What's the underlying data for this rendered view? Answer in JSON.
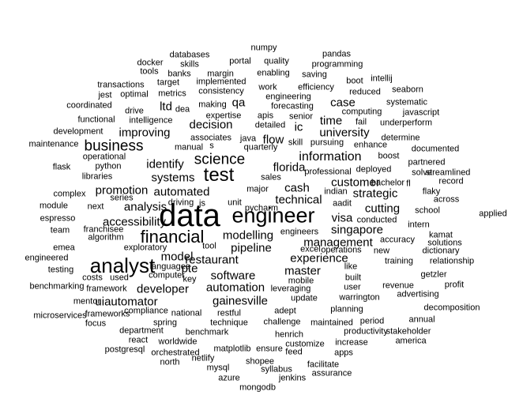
{
  "text_color": "#000000",
  "background_color": "#ffffff",
  "words": [
    {
      "text": "data"
    },
    {
      "text": "engineer"
    },
    {
      "text": "analyst"
    },
    {
      "text": "financial"
    },
    {
      "text": "test"
    },
    {
      "text": "business"
    },
    {
      "text": "science"
    },
    {
      "text": "accessibility"
    },
    {
      "text": "information"
    },
    {
      "text": "singapore"
    },
    {
      "text": "modelling"
    },
    {
      "text": "management"
    },
    {
      "text": "experience"
    },
    {
      "text": "restaurant"
    },
    {
      "text": "software"
    },
    {
      "text": "automation"
    },
    {
      "text": "gainesville"
    },
    {
      "text": "developer"
    },
    {
      "text": "uiautomator"
    },
    {
      "text": "pipeline"
    },
    {
      "text": "master"
    },
    {
      "text": "analysis"
    },
    {
      "text": "automated"
    },
    {
      "text": "promotion"
    },
    {
      "text": "systems"
    },
    {
      "text": "identify"
    },
    {
      "text": "decision"
    },
    {
      "text": "improving"
    },
    {
      "text": "flow"
    },
    {
      "text": "florida"
    },
    {
      "text": "university"
    },
    {
      "text": "customer"
    },
    {
      "text": "strategic"
    },
    {
      "text": "technical"
    },
    {
      "text": "cutting"
    },
    {
      "text": "visa"
    },
    {
      "text": "cash"
    },
    {
      "text": "case"
    },
    {
      "text": "time"
    },
    {
      "text": "model"
    },
    {
      "text": "pte"
    },
    {
      "text": "ltd"
    },
    {
      "text": "qa"
    },
    {
      "text": "ic"
    },
    {
      "text": "numpy"
    },
    {
      "text": "pandas"
    },
    {
      "text": "databases"
    },
    {
      "text": "portal"
    },
    {
      "text": "quality"
    },
    {
      "text": "docker"
    },
    {
      "text": "skills"
    },
    {
      "text": "programming"
    },
    {
      "text": "tools"
    },
    {
      "text": "banks"
    },
    {
      "text": "margin"
    },
    {
      "text": "enabling"
    },
    {
      "text": "saving"
    },
    {
      "text": "intellij"
    },
    {
      "text": "target"
    },
    {
      "text": "implemented"
    },
    {
      "text": "boot"
    },
    {
      "text": "transactions"
    },
    {
      "text": "work"
    },
    {
      "text": "efficiency"
    },
    {
      "text": "seaborn"
    },
    {
      "text": "jest"
    },
    {
      "text": "optimal"
    },
    {
      "text": "metrics"
    },
    {
      "text": "consistency"
    },
    {
      "text": "reduced"
    },
    {
      "text": "engineering"
    },
    {
      "text": "coordinated"
    },
    {
      "text": "systematic"
    },
    {
      "text": "making"
    },
    {
      "text": "forecasting"
    },
    {
      "text": "computing"
    },
    {
      "text": "javascript"
    },
    {
      "text": "drive"
    },
    {
      "text": "dea"
    },
    {
      "text": "expertise"
    },
    {
      "text": "apis"
    },
    {
      "text": "senior"
    },
    {
      "text": "functional"
    },
    {
      "text": "intelligence"
    },
    {
      "text": "fail"
    },
    {
      "text": "underperform"
    },
    {
      "text": "detailed"
    },
    {
      "text": "development"
    },
    {
      "text": "associates"
    },
    {
      "text": "java"
    },
    {
      "text": "determine"
    },
    {
      "text": "maintenance"
    },
    {
      "text": "s"
    },
    {
      "text": "skill"
    },
    {
      "text": "pursuing"
    },
    {
      "text": "enhance"
    },
    {
      "text": "manual"
    },
    {
      "text": "quarterly"
    },
    {
      "text": "documented"
    },
    {
      "text": "operational"
    },
    {
      "text": "boost"
    },
    {
      "text": "python"
    },
    {
      "text": "partnered"
    },
    {
      "text": "deployed"
    },
    {
      "text": "streamlined"
    },
    {
      "text": "flask"
    },
    {
      "text": "libraries"
    },
    {
      "text": "professional"
    },
    {
      "text": "solve"
    },
    {
      "text": "sales"
    },
    {
      "text": "bachelor"
    },
    {
      "text": "fl"
    },
    {
      "text": "record"
    },
    {
      "text": "major"
    },
    {
      "text": "complex"
    },
    {
      "text": "indian"
    },
    {
      "text": "flaky"
    },
    {
      "text": "series"
    },
    {
      "text": "across"
    },
    {
      "text": "module"
    },
    {
      "text": "next"
    },
    {
      "text": "driving"
    },
    {
      "text": "js"
    },
    {
      "text": "unit"
    },
    {
      "text": "aadit"
    },
    {
      "text": "school"
    },
    {
      "text": "applied"
    },
    {
      "text": "espresso"
    },
    {
      "text": "conducted"
    },
    {
      "text": "intern"
    },
    {
      "text": "franchisee"
    },
    {
      "text": "team"
    },
    {
      "text": "engineers"
    },
    {
      "text": "kamat"
    },
    {
      "text": "algorithm"
    },
    {
      "text": "accuracy"
    },
    {
      "text": "solutions"
    },
    {
      "text": "tool"
    },
    {
      "text": "excel"
    },
    {
      "text": "emea"
    },
    {
      "text": "exploratory"
    },
    {
      "text": "operations"
    },
    {
      "text": "new"
    },
    {
      "text": "dictionary"
    },
    {
      "text": "engineered"
    },
    {
      "text": "training"
    },
    {
      "text": "relationship"
    },
    {
      "text": "testing"
    },
    {
      "text": "languages"
    },
    {
      "text": "like"
    },
    {
      "text": "computer"
    },
    {
      "text": "key"
    },
    {
      "text": "costs"
    },
    {
      "text": "used"
    },
    {
      "text": "built"
    },
    {
      "text": "getzler"
    },
    {
      "text": "benchmarking"
    },
    {
      "text": "framework"
    },
    {
      "text": "mobile"
    },
    {
      "text": "leveraging"
    },
    {
      "text": "user"
    },
    {
      "text": "revenue"
    },
    {
      "text": "profit"
    },
    {
      "text": "mentor"
    },
    {
      "text": "update"
    },
    {
      "text": "warrington"
    },
    {
      "text": "advertising"
    },
    {
      "text": "compliance"
    },
    {
      "text": "national"
    },
    {
      "text": "adept"
    },
    {
      "text": "planning"
    },
    {
      "text": "decomposition"
    },
    {
      "text": "microservices"
    },
    {
      "text": "frameworks"
    },
    {
      "text": "restful"
    },
    {
      "text": "focus"
    },
    {
      "text": "spring"
    },
    {
      "text": "technique"
    },
    {
      "text": "challenge"
    },
    {
      "text": "maintained"
    },
    {
      "text": "period"
    },
    {
      "text": "annual"
    },
    {
      "text": "department"
    },
    {
      "text": "benchmark"
    },
    {
      "text": "henrich"
    },
    {
      "text": "productivity"
    },
    {
      "text": "stakeholder"
    },
    {
      "text": "react"
    },
    {
      "text": "worldwide"
    },
    {
      "text": "customize"
    },
    {
      "text": "increase"
    },
    {
      "text": "america"
    },
    {
      "text": "postgresql"
    },
    {
      "text": "matplotlib"
    },
    {
      "text": "ensure"
    },
    {
      "text": "feed"
    },
    {
      "text": "apps"
    },
    {
      "text": "orchestrated"
    },
    {
      "text": "north"
    },
    {
      "text": "netlify"
    },
    {
      "text": "shopee"
    },
    {
      "text": "facilitate"
    },
    {
      "text": "mysql"
    },
    {
      "text": "syllabus"
    },
    {
      "text": "assurance"
    },
    {
      "text": "azure"
    },
    {
      "text": "jenkins"
    },
    {
      "text": "mongodb"
    },
    {
      "text": "pycharm"
    }
  ]
}
